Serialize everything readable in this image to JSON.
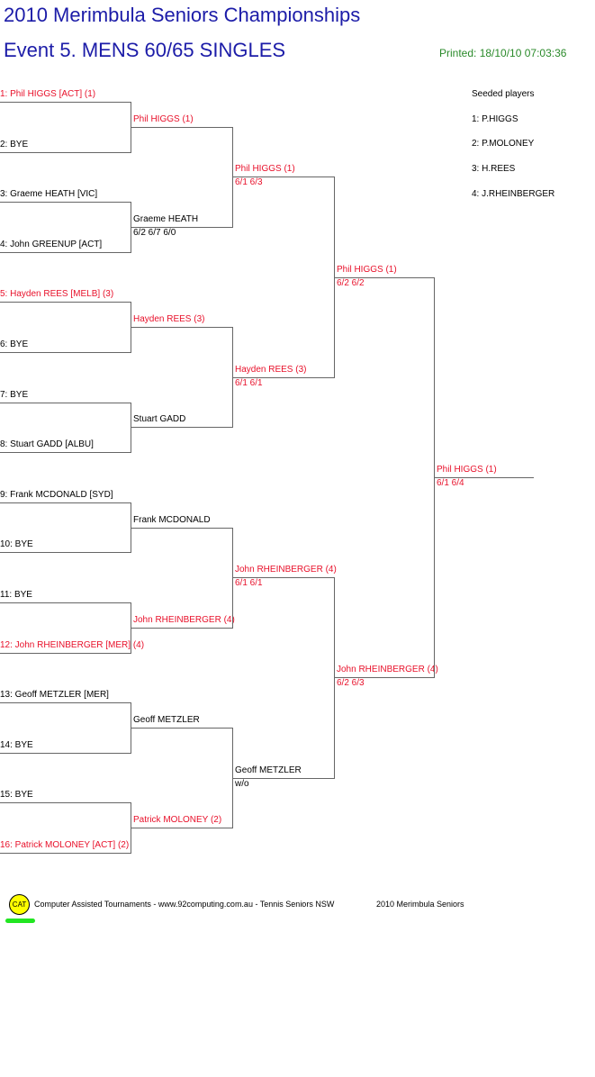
{
  "title": "2010 Merimbula Seniors Championships",
  "event": "Event 5. MENS 60/65 SINGLES",
  "printed": "Printed: 18/10/10 07:03:36",
  "seeded": {
    "heading": "Seeded players",
    "players": [
      "1: P.HIGGS",
      "2: P.MOLONEY",
      "3: H.REES",
      "4: J.RHEINBERGER"
    ]
  },
  "colors": {
    "seed": "#e8102a",
    "normal": "#000000"
  },
  "rounds": [
    [
      {
        "name": "1: Phil HIGGS [ACT] (1)",
        "seed": true
      },
      {
        "name": "2: BYE",
        "seed": false
      },
      {
        "name": "3: Graeme HEATH [VIC]",
        "seed": false
      },
      {
        "name": "4: John GREENUP [ACT]",
        "seed": false
      },
      {
        "name": "5: Hayden REES [MELB] (3)",
        "seed": true
      },
      {
        "name": "6: BYE",
        "seed": false
      },
      {
        "name": "7: BYE",
        "seed": false
      },
      {
        "name": "8: Stuart GADD [ALBU]",
        "seed": false
      },
      {
        "name": "9: Frank MCDONALD [SYD]",
        "seed": false
      },
      {
        "name": "10: BYE",
        "seed": false
      },
      {
        "name": "11: BYE",
        "seed": false
      },
      {
        "name": "12: John RHEINBERGER [MER] (4)",
        "seed": true
      },
      {
        "name": "13: Geoff METZLER [MER]",
        "seed": false
      },
      {
        "name": "14: BYE",
        "seed": false
      },
      {
        "name": "15: BYE",
        "seed": false
      },
      {
        "name": "16: Patrick MOLONEY [ACT] (2)",
        "seed": true
      }
    ],
    [
      {
        "name": "Phil HIGGS (1)",
        "score": "",
        "seed": true
      },
      {
        "name": "Graeme HEATH",
        "score": "6/2 6/7 6/0",
        "seed": false
      },
      {
        "name": "Hayden REES (3)",
        "score": "",
        "seed": true
      },
      {
        "name": "Stuart GADD",
        "score": "",
        "seed": false
      },
      {
        "name": "Frank MCDONALD",
        "score": "",
        "seed": false
      },
      {
        "name": "John RHEINBERGER (4)",
        "score": "",
        "seed": true
      },
      {
        "name": "Geoff METZLER",
        "score": "",
        "seed": false
      },
      {
        "name": "Patrick MOLONEY (2)",
        "score": "",
        "seed": true
      }
    ],
    [
      {
        "name": "Phil HIGGS (1)",
        "score": "6/1 6/3",
        "seed": true
      },
      {
        "name": "Hayden REES (3)",
        "score": "6/1 6/1",
        "seed": true
      },
      {
        "name": "John RHEINBERGER (4)",
        "score": "6/1 6/1",
        "seed": true
      },
      {
        "name": "Geoff METZLER",
        "score": "w/o",
        "seed": false
      }
    ],
    [
      {
        "name": "Phil HIGGS (1)",
        "score": "6/2 6/2",
        "seed": true
      },
      {
        "name": "John RHEINBERGER (4)",
        "score": "6/2 6/3",
        "seed": true
      }
    ],
    [
      {
        "name": "Phil HIGGS (1)",
        "score": "6/1 6/4",
        "seed": true
      }
    ]
  ],
  "footer": {
    "logo": "CAT",
    "credit": "Computer Assisted Tournaments - www.92computing.com.au -  Tennis Seniors NSW",
    "event": "2010 Merimbula Seniors"
  }
}
